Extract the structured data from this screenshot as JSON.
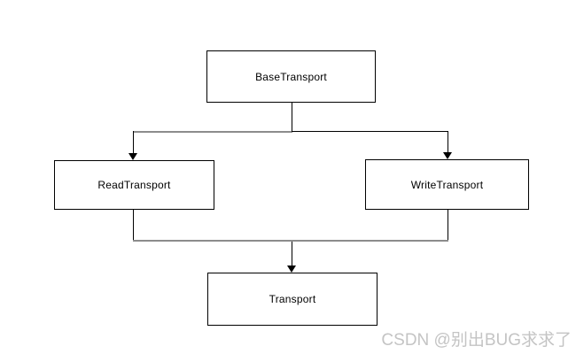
{
  "diagram": {
    "type": "class-hierarchy-flowchart",
    "nodes": [
      {
        "id": "base-transport",
        "label": "BaseTransport"
      },
      {
        "id": "read-transport",
        "label": "ReadTransport"
      },
      {
        "id": "write-transport",
        "label": "WriteTransport"
      },
      {
        "id": "transport",
        "label": "Transport"
      }
    ],
    "edges": [
      {
        "from": "BaseTransport",
        "to": "ReadTransport",
        "arrow": "true"
      },
      {
        "from": "BaseTransport",
        "to": "WriteTransport",
        "arrow": "true"
      },
      {
        "from": "ReadTransport",
        "to": "Transport",
        "arrow": "true"
      },
      {
        "from": "WriteTransport",
        "to": "Transport",
        "arrow": "true"
      }
    ]
  },
  "watermark": {
    "text": "CSDN @别出BUG求求了"
  },
  "colors": {
    "background": "#ffffff",
    "node_border": "#000000",
    "node_fill": "#ffffff",
    "line": "#000000",
    "line_muted": "#8c8c8c",
    "label_text": "#000000",
    "watermark_text": "#c4c4c4"
  }
}
